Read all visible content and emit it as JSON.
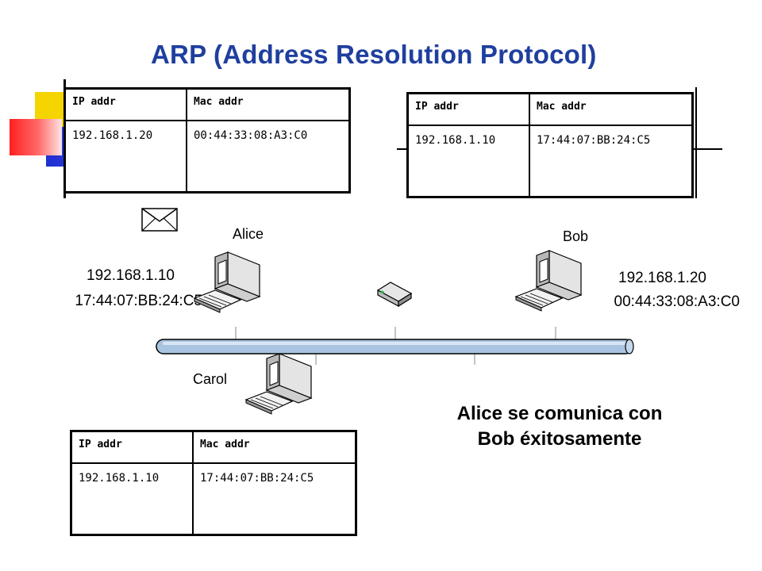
{
  "title": "ARP (Address Resolution Protocol)",
  "tables": {
    "top_left": {
      "headers": [
        "IP addr",
        "Mac addr"
      ],
      "row": [
        "192.168.1.20",
        "00:44:33:08:A3:C0"
      ]
    },
    "top_right": {
      "headers": [
        "IP addr",
        "Mac addr"
      ],
      "row": [
        "192.168.1.10",
        "17:44:07:BB:24:C5"
      ]
    },
    "bottom": {
      "headers": [
        "IP addr",
        "Mac addr"
      ],
      "row": [
        "192.168.1.10",
        "17:44:07:BB:24:C5"
      ]
    }
  },
  "hosts": {
    "alice": {
      "name": "Alice",
      "ip": "192.168.1.10",
      "mac": "17:44:07:BB:24:C5"
    },
    "bob": {
      "name": "Bob",
      "ip": "192.168.1.20",
      "mac": "00:44:33:08:A3:C0"
    },
    "carol": {
      "name": "Carol"
    }
  },
  "caption": "Alice se comunica con Bob éxitosamente",
  "colors": {
    "title": "#1f3f9f",
    "deco_yellow": "#f5d400",
    "deco_blue": "#1f2fd0",
    "deco_red": "#ff2020",
    "bus": "#a9c4e0"
  },
  "icons": [
    "envelope-icon",
    "computer-icon",
    "hub-icon"
  ]
}
